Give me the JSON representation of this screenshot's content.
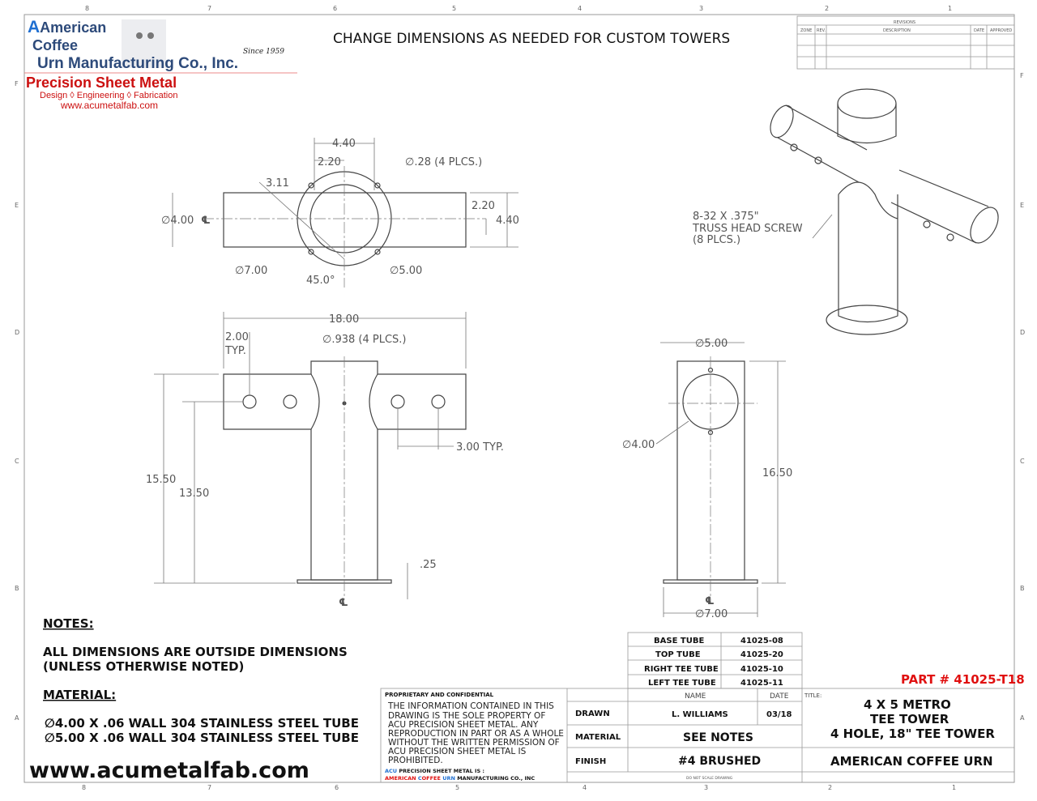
{
  "header": {
    "title": "CHANGE DIMENSIONS AS NEEDED FOR CUSTOM TOWERS"
  },
  "logo": {
    "line1": "American",
    "line2": "Coffee",
    "line3": "Urn Manufacturing Co., Inc.",
    "since": "Since 1959",
    "tagline": "Precision Sheet Metal",
    "services": "Design ◊ Engineering ◊ Fabrication",
    "url": "www.acumetalfab.com"
  },
  "colors": {
    "blue": "#1f6fd1",
    "navy": "#2d4a7a",
    "red": "#d01010"
  },
  "zones": {
    "top": [
      "8",
      "7",
      "6",
      "5",
      "4",
      "3",
      "2",
      "1"
    ],
    "side": [
      "F",
      "E",
      "D",
      "C",
      "B",
      "A"
    ]
  },
  "revisions": {
    "title": "REVISIONS",
    "columns": [
      "ZONE",
      "REV.",
      "DESCRIPTION",
      "DATE",
      "APPROVED"
    ]
  },
  "top_view": {
    "d440": "4.40",
    "d220": "2.20",
    "d311": "3.11",
    "holes": "∅.28 (4 PLCS.)",
    "d400": "∅4.00",
    "cl": "℄",
    "d220r": "2.20",
    "d440r": "4.40",
    "d700": "∅7.00",
    "angle": "45.0°",
    "d500": "∅5.00"
  },
  "front_view": {
    "d1800": "18.00",
    "d200": "2.00",
    "typ": "TYP.",
    "holes": "∅.938 (4 PLCS.)",
    "d300": "3.00 TYP.",
    "d1550": "15.50",
    "d1350": "13.50",
    "d025": ".25",
    "cl": "℄"
  },
  "side_view": {
    "d500": "∅5.00",
    "d400": "∅4.00",
    "d1650": "16.50",
    "d700": "∅7.00",
    "cl": "℄"
  },
  "iso_view": {
    "callout": [
      "8-32 X .375\"",
      "TRUSS HEAD SCREW",
      "(8 PLCS.)"
    ]
  },
  "notes": {
    "heading": "NOTES:",
    "lines": [
      "ALL DIMENSIONS ARE OUTSIDE DIMENSIONS",
      "(UNLESS OTHERWISE NOTED)"
    ],
    "material_heading": "MATERIAL:",
    "materials": [
      "∅4.00 X .06 WALL 304 STAINLESS STEEL TUBE",
      "∅5.00 X .06 WALL 304 STAINLESS STEEL TUBE"
    ],
    "website": "www.acumetalfab.com"
  },
  "parts": [
    {
      "name": "BASE TUBE",
      "number": "41025-08"
    },
    {
      "name": "TOP TUBE",
      "number": "41025-20"
    },
    {
      "name": "RIGHT TEE TUBE",
      "number": "41025-10"
    },
    {
      "name": "LEFT TEE TUBE",
      "number": "41025-11"
    }
  ],
  "part_number": "PART # 41025-T18",
  "title_block": {
    "proprietary_heading": "PROPRIETARY AND CONFIDENTIAL",
    "proprietary_lines": [
      "THE INFORMATION CONTAINED IN THIS",
      "DRAWING IS THE SOLE PROPERTY OF",
      "ACU PRECISION SHEET METAL.  ANY",
      "REPRODUCTION IN PART OR AS A WHOLE",
      "WITHOUT THE WRITTEN PERMISSION OF",
      "ACU PRECISION SHEET METAL IS",
      "PROHIBITED."
    ],
    "acu_a": "ACU",
    "acu_b": " PRECISION SHEET METAL IS :",
    "company_a": "A",
    "company_b": "MERICAN ",
    "company_c": "C",
    "company_d": "OFFEE ",
    "company_e": "URN",
    "company_f": " MANUFACTURING CO., INC",
    "name_header": "NAME",
    "date_header": "DATE",
    "drawn_label": "DRAWN",
    "drawn_name": "L. WILLIAMS",
    "drawn_date": "03/18",
    "material_label": "MATERIAL",
    "material_value": "SEE NOTES",
    "finish_label": "FINISH",
    "finish_value": "#4 BRUSHED",
    "do_not_scale": "DO NOT SCALE DRAWING",
    "title_label": "TITLE:",
    "title_lines": [
      "4 X 5 METRO",
      "TEE TOWER",
      "4 HOLE, 18\" TEE TOWER"
    ],
    "company": "AMERICAN COFFEE URN"
  }
}
